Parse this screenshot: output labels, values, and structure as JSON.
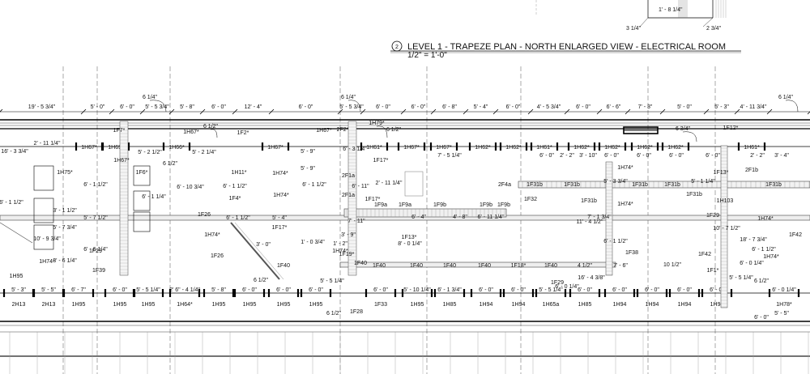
{
  "drawing": {
    "view_number": "2",
    "title": "LEVEL 1 - TRAPEZE PLAN - NORTH ENLARGED VIEW - ELECTRICAL ROOM",
    "scale": "1/2\" = 1'-0\"",
    "detail_labels": [
      "1' - 8 1/4\"",
      "3 1/4\"",
      "2 3/4\""
    ]
  },
  "dimension_strings": {
    "top": [
      "19' - 5 3/4\"",
      "5' - 0\"",
      "6' - 0\"",
      "5' - 5 3/4\"",
      "5' - 8\"",
      "6' - 0\"",
      "12' - 4\"",
      "6' - 0\"",
      "5' - 5 3/4\"",
      "6' - 0\"",
      "6' - 0\"",
      "6' - 8\"",
      "5' - 4\"",
      "6' - 0\"",
      "4' - 5 3/4\"",
      "6' - 0\"",
      "6' - 6\"",
      "7' - 3\"",
      "5' - 0\"",
      "5' - 3\"",
      "4' - 11 3/4\""
    ],
    "bottom": [
      "5' - 3\"",
      "5' - 5\"",
      "6' - 7\"",
      "6' - 0\"",
      "5' - 5 1/4\"",
      "2' 6\" - 4 1/4\"",
      "5' - 8\"",
      "6' - 0\"",
      "6' - 0\"",
      "6' - 0\"",
      "6' - 0\"",
      "5' - 10 1/4\"",
      "6' - 1 3/4\"",
      "6' - 0\"",
      "6' - 0\"",
      "5' - 5 1/4\"",
      "6' - 0\"",
      "6' - 0\"",
      "6' - 0\"",
      "6' - 0\"",
      "6' - 0\"",
      "6' - 0 1/4\""
    ]
  },
  "hanger_tags": {
    "top_row": [
      "1H67*",
      "1H69*",
      "1H66*",
      "1H67*",
      "1H61*",
      "1H67*",
      "1H67*",
      "1H62*",
      "1H62*",
      "1H61*",
      "1H62*",
      "1H62*",
      "1H62*",
      "1H62*",
      "1H61*"
    ],
    "bottom_row": [
      "2H13",
      "2H13",
      "1H95",
      "1H95",
      "1H95",
      "1H64*",
      "1H95",
      "1H95",
      "1H95",
      "1H95",
      "1F33",
      "1H95",
      "1H85",
      "1H94",
      "1H94",
      "1H65a",
      "1H85",
      "1H94",
      "1H94",
      "1H94",
      "1H94",
      "1H78*"
    ]
  },
  "labels": [
    "6 1/4\"",
    "6 1/4\"",
    "6 1/4\"",
    "1F7*",
    "1H67*",
    "6 1/2\"",
    "1F2*",
    "1H67*",
    "2F2*",
    "1H79*",
    "6 1/2\"",
    "1F12*",
    "2' - 11 1/4\"",
    "16' - 3 3/4\"",
    "5' - 2 1/2\"",
    "6 1/2\"",
    "5' - 2 1/4\"",
    "5' - 9\"",
    "6' - 3 1/4\"",
    "7' - 5 1/4\"",
    "6 3/4\"",
    "2' - 2\"",
    "3' - 10\"",
    "1H67*",
    "1F17*",
    "6' - 0\"",
    "6' - 0\"",
    "6' - 0\"",
    "6' - 0\"",
    "6' - 0\"",
    "2' - 2\"",
    "3' - 4\"",
    "1H75*",
    "1F6*",
    "1H11*",
    "1H74*",
    "5' - 9\"",
    "2F1a",
    "1H74*",
    "1F13*",
    "2F1b",
    "6' - 1 1/2\"",
    "6' - 10 3/4\"",
    "6' - 1 1/2\"",
    "6' - 1 1/2\"",
    "6' - 11\"",
    "2' - 11 1/4\"",
    "2F4a",
    "1F31b",
    "1F31b",
    "5' - 3 3/4\"",
    "1F31b",
    "1F31b",
    "5' - 1 1/4\"",
    "1F31b",
    "6' - 1 1/4\"",
    "1F4*",
    "1H74*",
    "2F1a",
    "1F31b",
    "1F31b",
    "16' - 1 1/2\"",
    "1F17*",
    "1F9a",
    "1F9a",
    "1F9b",
    "1F9b",
    "1F9b",
    "1F32",
    "1H103",
    "1H74*",
    "3' - 1 1/2\"",
    "1F26",
    "6' - 1 1/2\"",
    "5' - 7 1/2\"",
    "5' - 4\"",
    "7' - 11\"",
    "6' - 4\"",
    "4' - 8\"",
    "6' - 11 1/4\"",
    "7' - 1 3/4\"",
    "1F29",
    "1H74*",
    "5' - 7 3/4\"",
    "11' - 4 1/2\"",
    "1H74*",
    "1F17*",
    "3' - 9\"",
    "1F13*",
    "10' - 7 1/2\"",
    "1F42",
    "10' - 9 3/4\"",
    "1' - 0 3/4\"",
    "8' - 0 1/4\"",
    "18' - 7 3/4\"",
    "1F26",
    "3' - 0\"",
    "1' - 2\"",
    "1H74*",
    "6' - 1 1/2\"",
    "1F29",
    "6' - 1 1/2\"",
    "1F38",
    "6' - 6 1/4\"",
    "1F19*",
    "1F42",
    "1H74*",
    "1H74*",
    "3' - 6 1/4\"",
    "1F40",
    "1F40",
    "1F40",
    "1F40",
    "1F40",
    "1F40",
    "1F18*",
    "1F40",
    "4 1/2\"",
    "7' - 6\"",
    "10 1/2\"",
    "6' - 0 1/4\"",
    "1F39",
    "16' - 4 3/8\"",
    "1F1*",
    "1H95",
    "6 1/2\"",
    "5' - 5 1/4\"",
    "1F29",
    "5' - 5 1/4\"",
    "6 1/2\"",
    "6 1/2\"",
    "1F28",
    "6' - 0 1/4\"",
    "5' - 5\"",
    "6' - 0\""
  ]
}
